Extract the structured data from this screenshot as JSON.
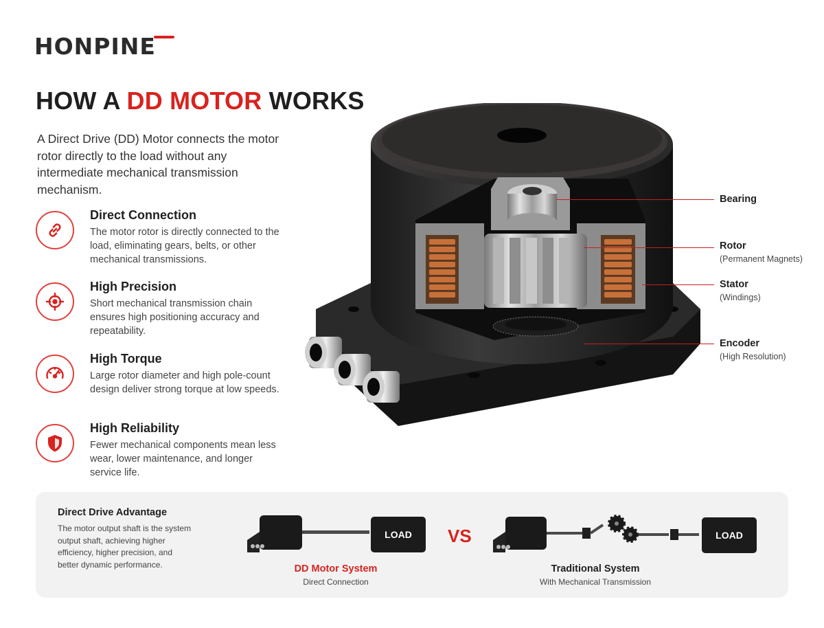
{
  "brand": {
    "logo_text": "HONPINE"
  },
  "header": {
    "title_prefix": "HOW A ",
    "title_accent": "DD MOTOR",
    "title_suffix": " WORKS",
    "intro": "A Direct Drive (DD) Motor connects the motor rotor directly to the load without any intermediate mechanical transmission mechanism."
  },
  "features": [
    {
      "icon": "link-icon",
      "title": "Direct Connection",
      "desc": "The motor rotor is directly connected to the load, eliminating gears, belts, or other mechanical transmissions."
    },
    {
      "icon": "crosshair-icon",
      "title": "High Precision",
      "desc": "Short mechanical transmission chain ensures high positioning accuracy and repeatability."
    },
    {
      "icon": "speedometer-icon",
      "title": "High Torque",
      "desc": "Large rotor diameter and high pole-count design deliver strong torque at low speeds."
    },
    {
      "icon": "shield-icon",
      "title": "High Reliability",
      "desc": "Fewer mechanical components mean less wear, lower maintenance, and longer service life."
    }
  ],
  "parts": [
    {
      "name": "Bearing",
      "sub": ""
    },
    {
      "name": "Rotor",
      "sub": "(Permanent Magnets)"
    },
    {
      "name": "Stator",
      "sub": "(Windings)"
    },
    {
      "name": "Encoder",
      "sub": "(High Resolution)"
    }
  ],
  "advantage": {
    "title": "Direct Drive Advantage",
    "desc": "The motor output shaft is the system output shaft, achieving higher efficiency, higher precision, and better dynamic performance."
  },
  "comparison": {
    "load_label": "LOAD",
    "vs": "VS",
    "dd_title": "DD Motor System",
    "dd_sub": "Direct Connection",
    "trad_title": "Traditional System",
    "trad_sub": "With Mechanical Transmission"
  },
  "colors": {
    "accent": "#d8231f",
    "dark": "#1f1f1f",
    "copper": "#c8703a"
  }
}
